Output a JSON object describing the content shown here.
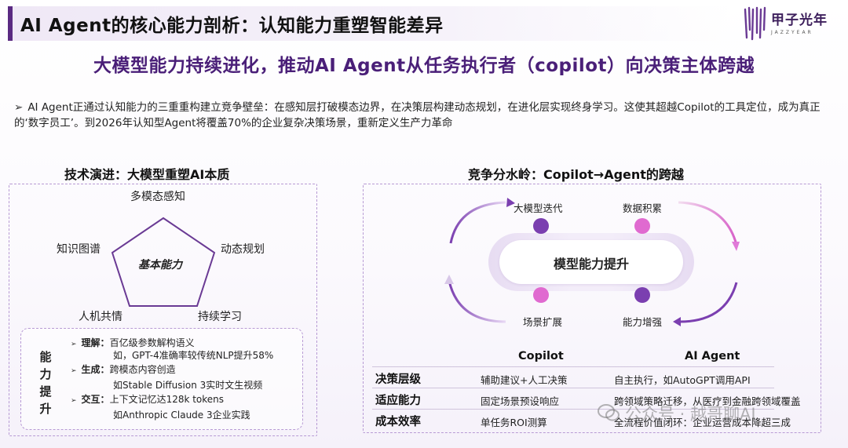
{
  "header": {
    "title": "AI Agent的核心能力剖析：认知能力重塑智能差异",
    "logo_name": "甲子光年",
    "logo_sub": "JAZZYEAR"
  },
  "subtitle": "大模型能力持续进化，推动AI Agent从任务执行者（copilot）向决策主体跨越",
  "intro": "AI Agent正通过认知能力的三重重构建立竞争壁垒：在感知层打破模态边界，在决策层构建动态规划，在进化层实现终身学习。这使其超越Copilot的工具定位，成为真正的‘数字员工’。到2026年认知型Agent将覆盖70%的企业复杂决策场景，重新定义生产力革命",
  "left": {
    "title": "技术演进：大模型重塑AI本质",
    "pentagon": {
      "center": "基本能力",
      "vertices": [
        "多模态感知",
        "动态规划",
        "持续学习",
        "人机共情",
        "知识图谱"
      ]
    },
    "capabilities": {
      "label": "能力提升",
      "items": [
        {
          "key": "理解：",
          "line1": "百亿级参数解构语义",
          "line2": "如，GPT-4准确率较传统NLP提升58%"
        },
        {
          "key": "生成：",
          "line1": "跨模态内容创造",
          "line2": "如Stable Diffusion 3实时文生视频"
        },
        {
          "key": "交互：",
          "line1": "上下文记忆达128k tokens",
          "line2": "如Anthropic Claude 3企业实践"
        }
      ]
    }
  },
  "right": {
    "title": "竞争分水岭：Copilot→Agent的跨越",
    "cycle": {
      "center": "模型能力提升",
      "nodes": [
        "大模型迭代",
        "数据积累",
        "能力增强",
        "场景扩展"
      ]
    },
    "table": {
      "headers": [
        "Copilot",
        "AI Agent"
      ],
      "rows": [
        {
          "label": "决策层级",
          "copilot": "辅助建议+人工决策",
          "agent": "自主执行，如AutoGPT调用API"
        },
        {
          "label": "适应能力",
          "copilot": "固定场景预设响应",
          "agent": "跨领域策略迁移，从医疗到金融跨领域覆盖"
        },
        {
          "label": "成本效率",
          "copilot": "单任务ROI测算",
          "agent": "全流程价值闭环：企业运营成本降超三成"
        }
      ]
    }
  },
  "watermark": "公众号 · 越哥聊AI",
  "colors": {
    "accent": "#5a2a82",
    "purple_dot": "#7b3fb0",
    "pink_dot": "#e06ad0",
    "dashed_border": "#b79ad4"
  }
}
